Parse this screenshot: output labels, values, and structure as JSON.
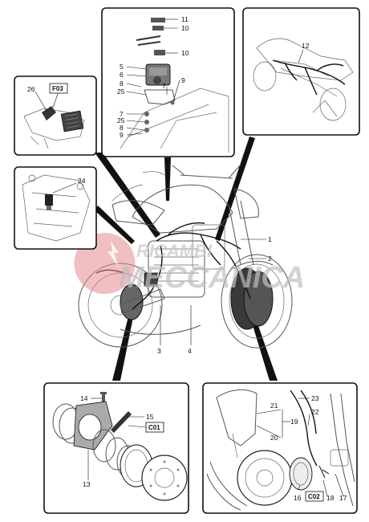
{
  "watermark": {
    "line1": "RICAMBI",
    "line2": "MECCANICA"
  },
  "callouts": {
    "c1": "1",
    "c2": "2",
    "c3": "3",
    "c4": "4",
    "c5": "5",
    "c6": "6",
    "c7a": "7",
    "c7b": "7",
    "c8a": "8",
    "c8b": "8",
    "c9a": "9",
    "c9b": "9",
    "c10a": "10",
    "c10b": "10",
    "c11": "11",
    "c12": "12",
    "c13": "13",
    "c14": "14",
    "c15": "15",
    "c16": "16",
    "c17": "17",
    "c18": "18",
    "c19": "19",
    "c20": "20",
    "c21": "21",
    "c22": "22",
    "c23": "23",
    "c24": "24",
    "c25a": "25",
    "c25b": "25",
    "c26": "26"
  },
  "connector_codes": {
    "f03": "F03",
    "c01": "C01",
    "c02": "C02"
  }
}
